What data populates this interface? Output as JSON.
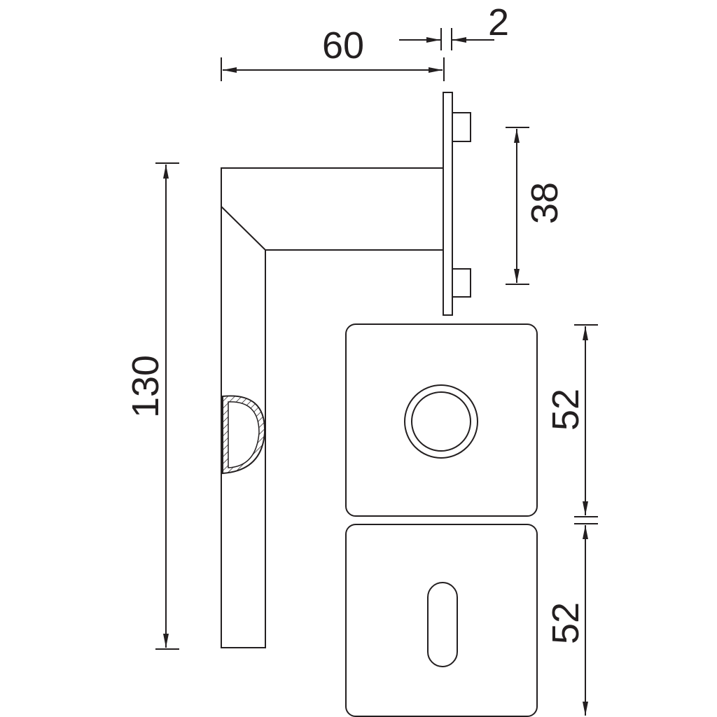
{
  "title": "Lever handle on square rosettes with keyhole escutcheon — dimension drawing",
  "dimensions": {
    "handle_projection": "60",
    "plate_thickness": "2",
    "handle_length": "130",
    "fixing_spacing": "38",
    "rosette_size": "52",
    "escutcheon_size": "52"
  },
  "colors": {
    "line": "#231f20",
    "background": "#ffffff"
  }
}
